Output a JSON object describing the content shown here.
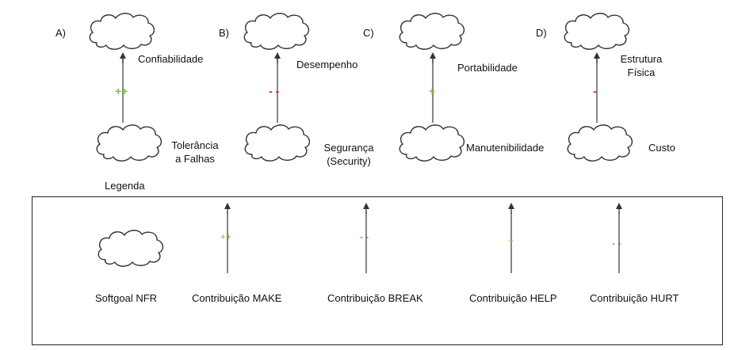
{
  "colors": {
    "plus": "#7dbf4a",
    "minus": "#e02020",
    "line": "#444444",
    "arrow": "#333333"
  },
  "panels": [
    {
      "letter": "A)",
      "top_goal": "Confiabilidade",
      "bottom_goal": "Tolerância\na Falhas",
      "sign": "++",
      "sign_type": "plus"
    },
    {
      "letter": "B)",
      "top_goal": "Desempenho",
      "bottom_goal": "Segurança\n(Security)",
      "sign": "- -",
      "sign_type": "minus"
    },
    {
      "letter": "C)",
      "top_goal": "Portabilidade",
      "bottom_goal": "Manutenibilidade",
      "sign": "+",
      "sign_type": "plus"
    },
    {
      "letter": "D)",
      "top_goal": "Estrutura\nFísica",
      "bottom_goal": "Custo",
      "sign": "-",
      "sign_type": "minus"
    }
  ],
  "legend": {
    "title": "Legenda",
    "items": [
      {
        "label": "Softgoal NFR",
        "kind": "softgoal"
      },
      {
        "label": "Contribuição MAKE",
        "kind": "make",
        "sign": "++",
        "sign_type": "plus"
      },
      {
        "label": "Contribuição BREAK",
        "kind": "break",
        "sign": "- -",
        "sign_type": "minus"
      },
      {
        "label": "Contribuição HELP",
        "kind": "help",
        "sign": "+",
        "sign_type": "plus"
      },
      {
        "label": "Contribuição HURT",
        "kind": "hurt",
        "sign": "- -",
        "sign_type": "minus"
      }
    ]
  }
}
